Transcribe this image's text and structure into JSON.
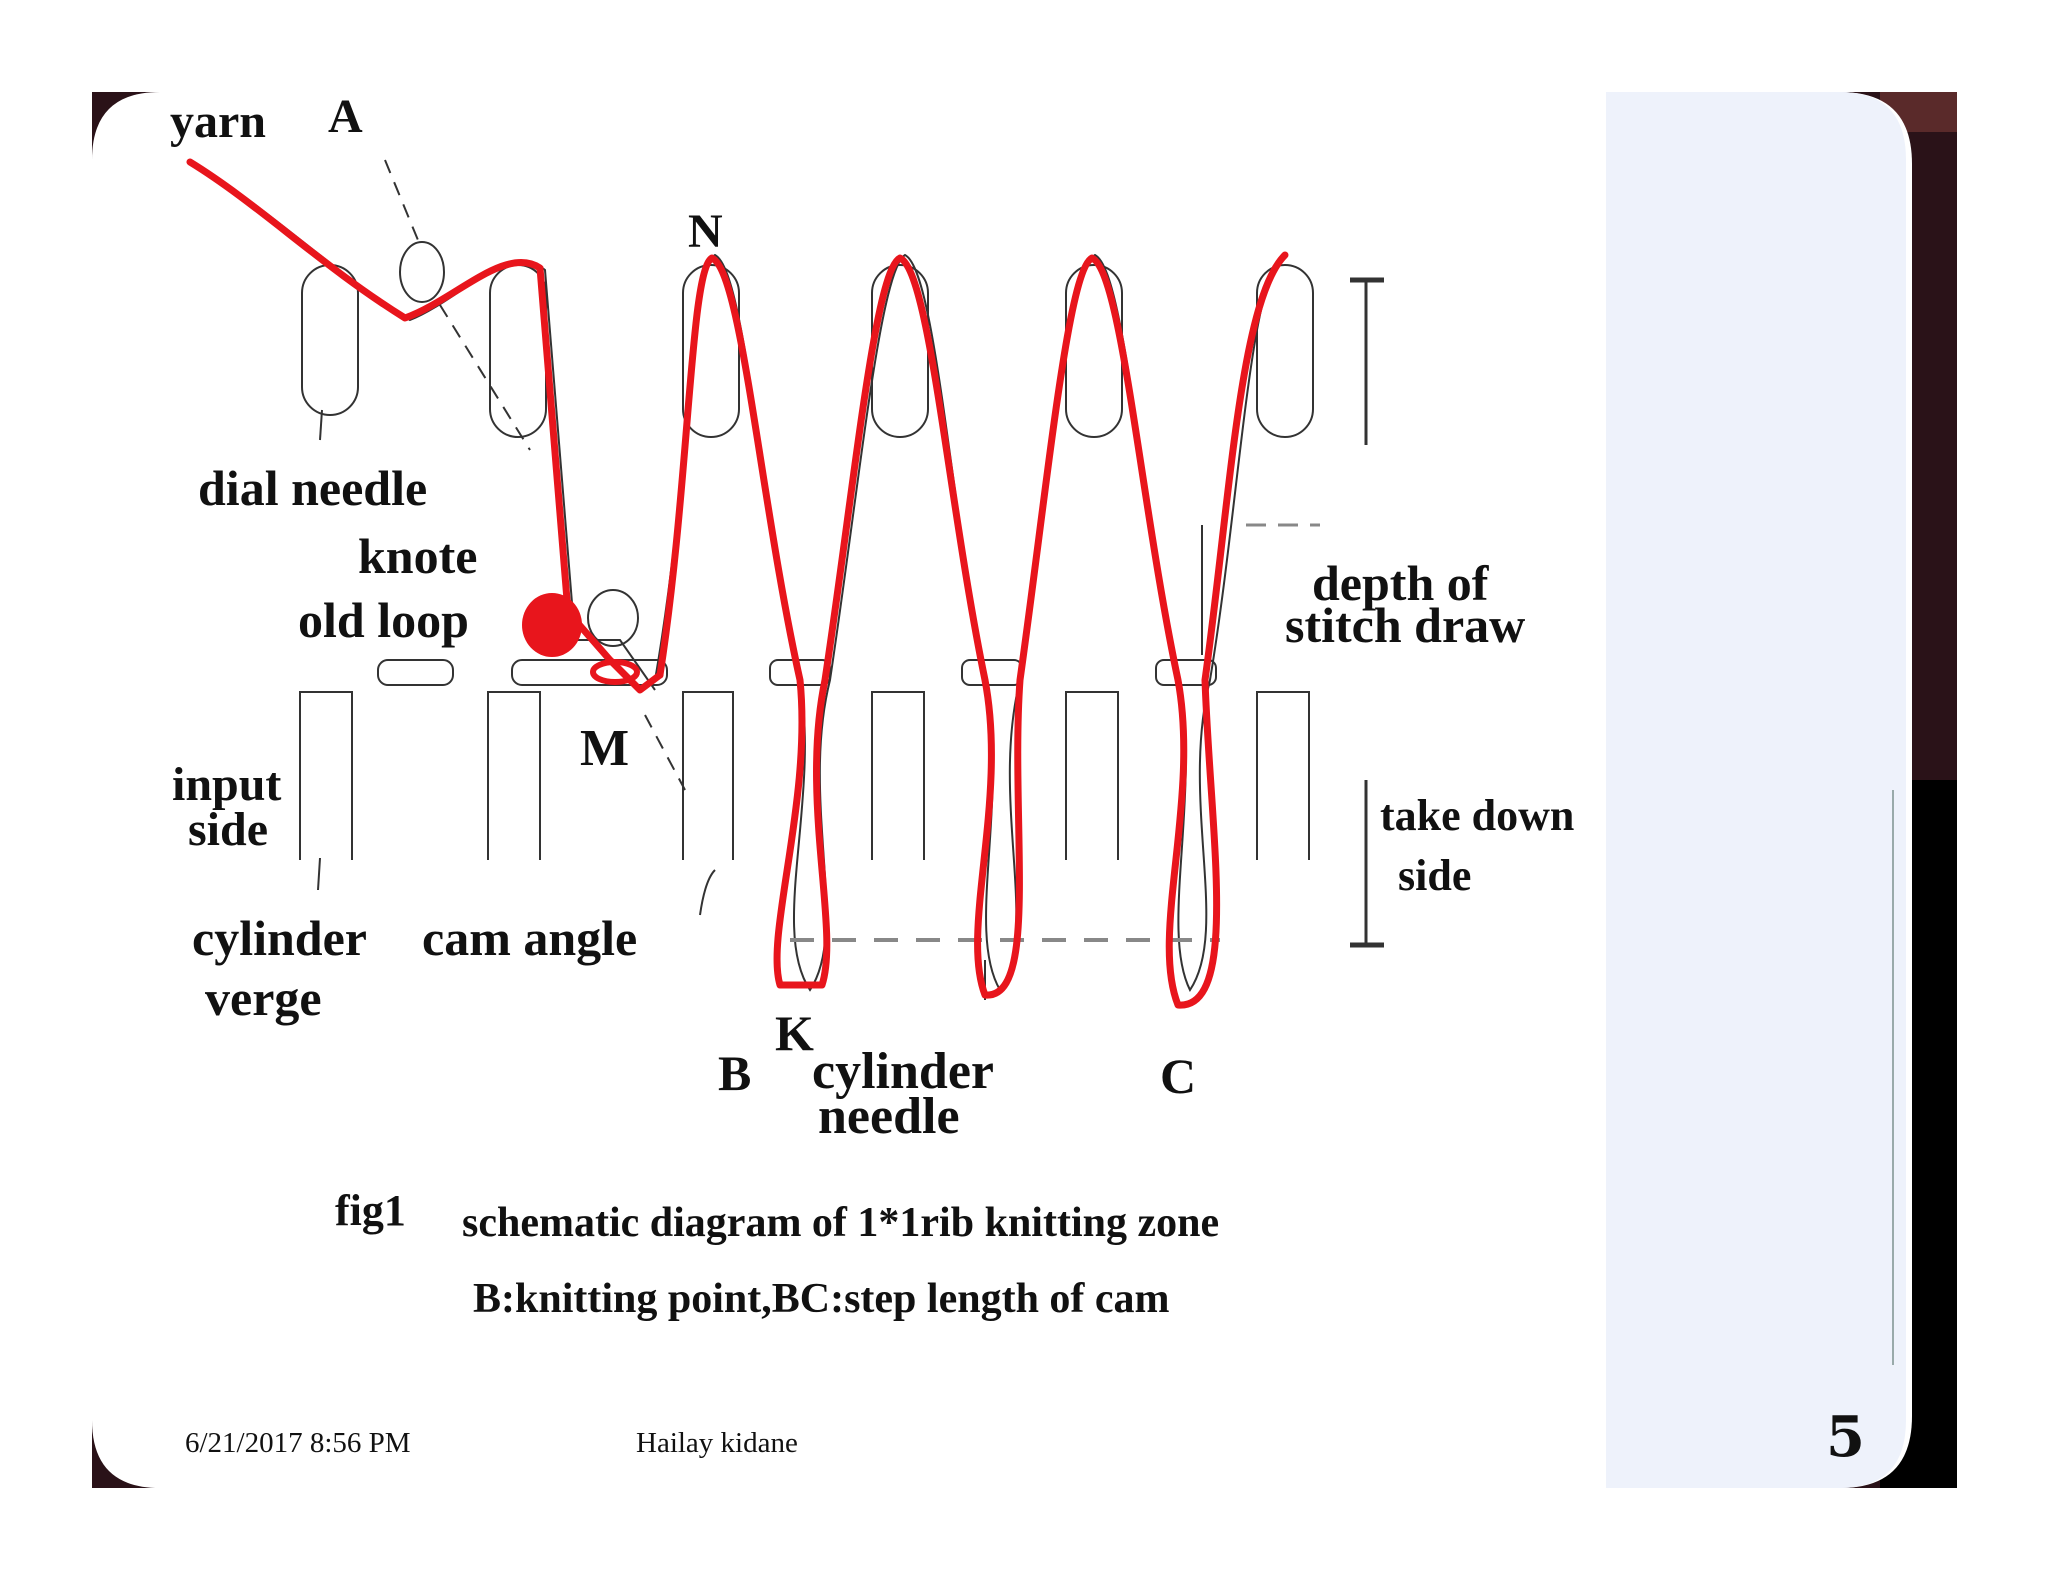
{
  "labels": {
    "yarn": "yarn",
    "a": "A",
    "n": "N",
    "dial_needle": "dial needle",
    "knote": "knote",
    "old_loop": "old loop",
    "m": "M",
    "input": "input",
    "side": "side",
    "cylinder": "cylinder",
    "verge": "verge",
    "cam_angle": "cam angle",
    "k": "K",
    "b": "B",
    "cylinder_needle_1": "cylinder",
    "cylinder_needle_2": "needle",
    "c": "C",
    "depth_1": "depth of",
    "depth_2": "stitch draw",
    "take_down_1": "take down",
    "take_down_2": "side"
  },
  "caption": {
    "fig": "fig1",
    "line1": "schematic diagram of 1*1rib knitting zone",
    "line2": "B:knitting point,BC:step length of cam"
  },
  "footer": {
    "date": "6/21/2017 8:56 PM",
    "author": "Hailay kidane",
    "slide_number": "5"
  },
  "colors": {
    "yarn_overlay": "#e8151c",
    "panel": "#eef2fb",
    "frame_dark": "#2a1218"
  }
}
